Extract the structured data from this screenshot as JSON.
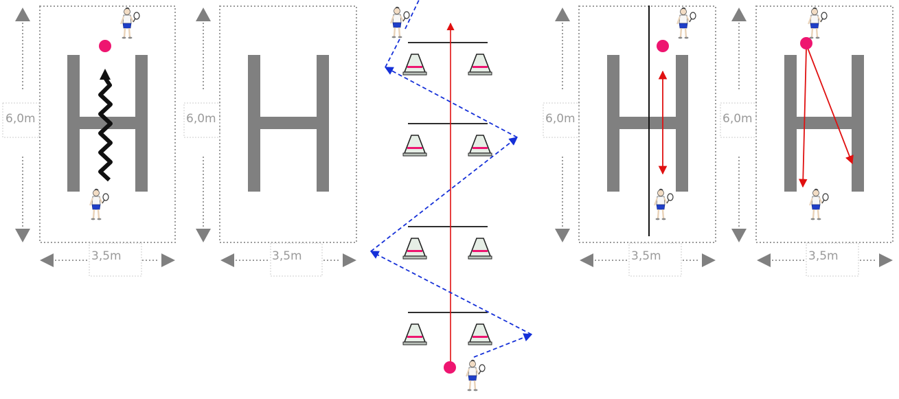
{
  "panels": [
    {
      "id": "panel-1",
      "width_label": "3,5m",
      "height_label": "6,0m"
    },
    {
      "id": "panel-2",
      "width_label": "3,5m",
      "height_label": "6,0m"
    },
    {
      "id": "panel-4",
      "width_label": "3,5m",
      "height_label": "6,0m"
    },
    {
      "id": "panel-5",
      "width_label": "3,5m",
      "height_label": "6,0m"
    }
  ],
  "colors": {
    "h_letter": "#808080",
    "ball": "#ee1570",
    "arrow_red": "#e01010",
    "path_blue": "#1530d8",
    "dotted": "#9a9a9a",
    "cone_fill": "#e6eee6",
    "cone_stripe": "#ee1570"
  },
  "icons": [
    "player-icon",
    "ball-icon",
    "cone-icon",
    "arrow-icon"
  ]
}
